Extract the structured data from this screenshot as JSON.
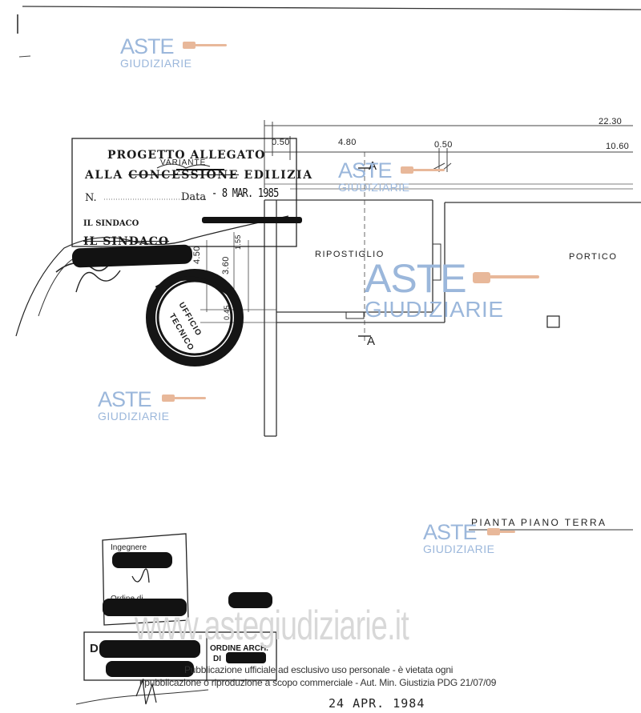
{
  "dimensions": {
    "total_width": "22.30",
    "right_width": "10.60",
    "left_a": "0.50",
    "left_b": "4.80",
    "left_c": "0.50",
    "vert_a": "4.50",
    "vert_b": "3.60",
    "vert_c": "1.55",
    "vert_d": "0.45"
  },
  "section_marks": {
    "top": "A",
    "bottom": "A"
  },
  "rooms": {
    "storage": "RIPOSTIGLIO",
    "porch": "PORTICO"
  },
  "plan_title": "PIANTA  PIANO  TERRA",
  "stamp": {
    "line1": "PROGETTO ALLEGATO",
    "line2_pre": "ALLA",
    "line2_struck": "CONCESSIONE",
    "line2_post": "EDILIZIA",
    "overwrite": "VARIANTE",
    "number_label": "N.",
    "date_label": "Data",
    "date_value": "- 8 MAR. 1985",
    "mayor_label": "IL SINDACO",
    "mayor_struck": "IL SINDACO"
  },
  "office_stamp": {
    "line1": "UFFICIO",
    "line2": "TECNICO"
  },
  "engineer_stamp": {
    "label1": "Ingegnere",
    "label2": "Ordine di"
  },
  "architect_stamp": {
    "left_letter": "D",
    "label1": "ORDINE ARCH.",
    "label2": "DI"
  },
  "watermarks": {
    "brand_top": "ASTE",
    "brand_bottom": "GIUDIZIARIE",
    "site": "www.astegiudiziarie.it"
  },
  "notice": {
    "line1": "Pubblicazione ufficiale ad esclusivo uso personale - è vietata ogni",
    "line2": "ripubblicazione o riproduzione a scopo commerciale - Aut. Min. Giustizia PDG 21/07/09"
  },
  "footer_date": "24 APR. 1984",
  "colors": {
    "watermark": "#9bb7db",
    "ink": "#222222",
    "redaction": "#121212"
  }
}
